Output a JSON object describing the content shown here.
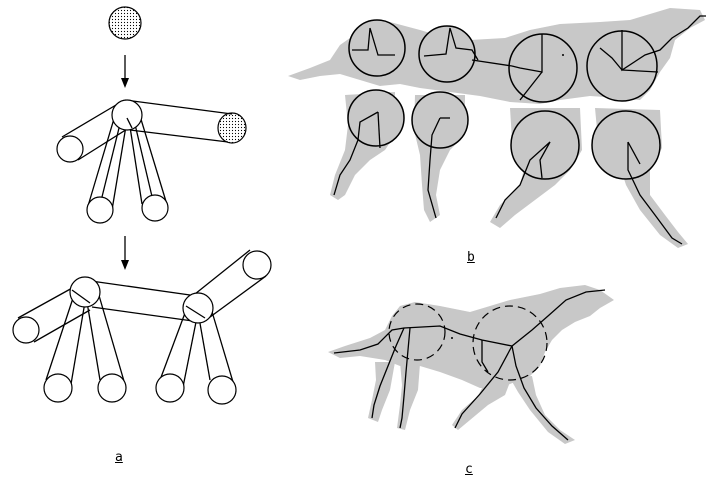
{
  "panels": {
    "a": {
      "label": "a"
    },
    "b": {
      "label": "b"
    },
    "c": {
      "label": "c"
    }
  },
  "colors": {
    "silhouette": "#c8c8c8",
    "stroke": "#000000",
    "background": "#ffffff"
  }
}
